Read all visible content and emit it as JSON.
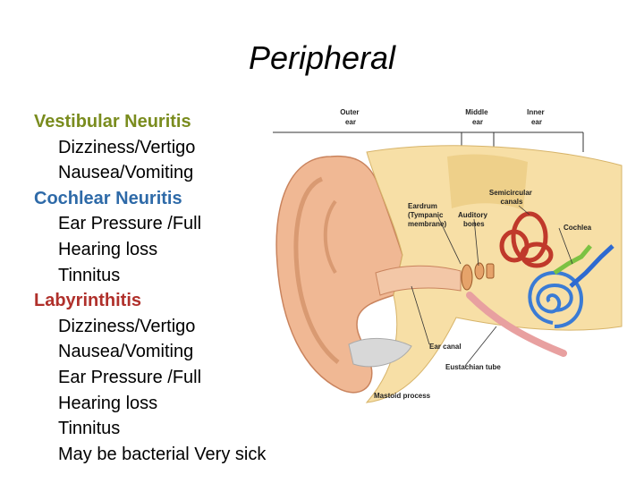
{
  "title": "Peripheral",
  "sections": [
    {
      "heading": "Vestibular Neuritis",
      "color": "#7a8c1e",
      "items": [
        "Dizziness/Vertigo",
        "Nausea/Vomiting"
      ]
    },
    {
      "heading": "Cochlear Neuritis",
      "color": "#2e6aa8",
      "items": [
        "Ear Pressure /Full",
        "Hearing loss",
        "Tinnitus"
      ]
    },
    {
      "heading": "Labyrinthitis",
      "color": "#b0302b",
      "items": [
        "Dizziness/Vertigo",
        "Nausea/Vomiting",
        "Ear Pressure /Full",
        "Hearing loss",
        "Tinnitus",
        "May be bacterial Very sick"
      ]
    }
  ],
  "diagram": {
    "labels": {
      "outer_ear": [
        "Outer",
        "ear"
      ],
      "middle_ear": [
        "Middle",
        "ear"
      ],
      "inner_ear": [
        "Inner",
        "ear"
      ],
      "eardrum": [
        "Eardrum",
        "(Tympanic",
        "membrane)"
      ],
      "auditory_bones": [
        "Auditory",
        "bones"
      ],
      "semicircular_canals": [
        "Semicircular",
        "canals"
      ],
      "cochlea": "Cochlea",
      "ear_canal": "Ear canal",
      "eustachian_tube": "Eustachian tube",
      "mastoid_process": "Mastoid process"
    },
    "colors": {
      "skin": "#f0b894",
      "bone": "#f7dfa6",
      "canals": "#c0392b",
      "cochlea": "#3a7bd5",
      "nerve_green": "#7cc242",
      "nerve_blue": "#2e6ad1"
    }
  }
}
